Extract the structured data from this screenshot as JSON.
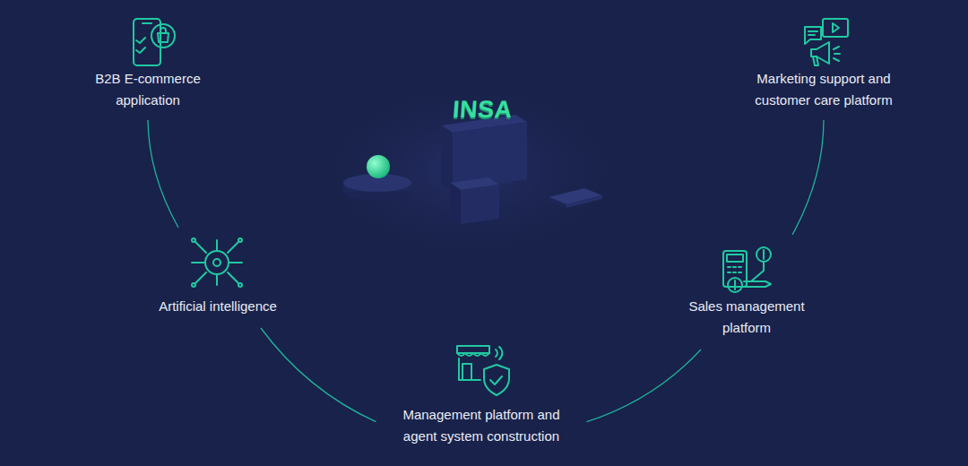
{
  "diagram": {
    "nodes": [
      {
        "text": [
          "B2B E-commerce application"
        ]
      },
      {
        "text": [
          "Marketing support and customer care platform"
        ]
      },
      {
        "text": [
          "Artificial intelligence"
        ]
      },
      {
        "text": [
          "Sales management platform"
        ]
      },
      {
        "text": [
          "Management platform and agent system construction"
        ]
      }
    ],
    "edges": [
      {
        "from": 0,
        "to": 2,
        "arrow": "none"
      },
      {
        "from": 2,
        "to": 4,
        "arrow": "none"
      },
      {
        "from": 4,
        "to": 3,
        "arrow": "none"
      },
      {
        "from": 3,
        "to": 1,
        "arrow": "none"
      }
    ],
    "labels": [
      "INSA"
    ]
  }
}
